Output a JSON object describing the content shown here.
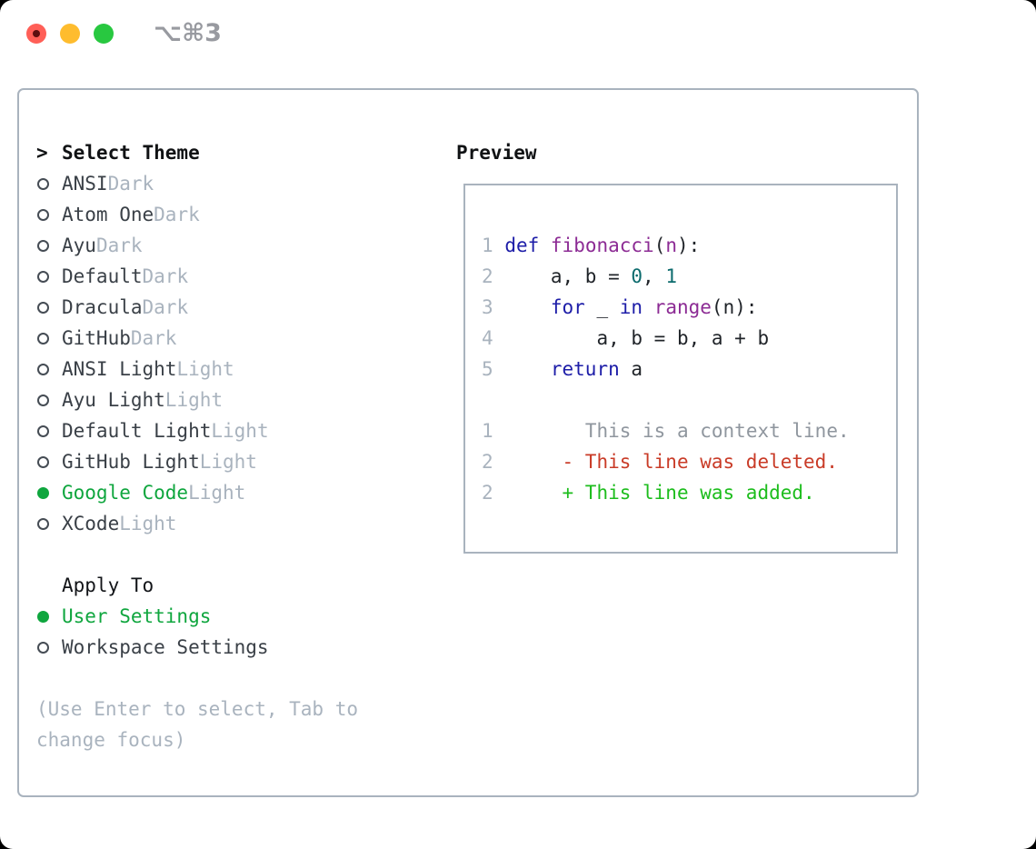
{
  "window": {
    "title": "⌥⌘3",
    "controls": [
      {
        "id": "close",
        "color": "#ff5f57",
        "dot": true
      },
      {
        "id": "minimize",
        "color": "#febc2e",
        "dot": false
      },
      {
        "id": "zoom",
        "color": "#28c840",
        "dot": false
      }
    ]
  },
  "panel": {
    "header_cursor": ">",
    "header_label": "Select Theme",
    "themes": [
      {
        "name": "ANSI",
        "variant": "Dark",
        "selected": false
      },
      {
        "name": "Atom One",
        "variant": "Dark",
        "selected": false
      },
      {
        "name": "Ayu",
        "variant": "Dark",
        "selected": false
      },
      {
        "name": "Default",
        "variant": "Dark",
        "selected": false
      },
      {
        "name": "Dracula",
        "variant": "Dark",
        "selected": false
      },
      {
        "name": "GitHub",
        "variant": "Dark",
        "selected": false
      },
      {
        "name": "ANSI Light",
        "variant": "Light",
        "selected": false
      },
      {
        "name": "Ayu Light",
        "variant": "Light",
        "selected": false
      },
      {
        "name": "Default Light",
        "variant": "Light",
        "selected": false
      },
      {
        "name": "GitHub Light",
        "variant": "Light",
        "selected": false
      },
      {
        "name": "Google Code",
        "variant": "Light",
        "selected": true
      },
      {
        "name": "XCode",
        "variant": "Light",
        "selected": false
      }
    ],
    "apply_label": "Apply To",
    "apply_options": [
      {
        "name": "User Settings",
        "selected": true
      },
      {
        "name": "Workspace Settings",
        "selected": false
      }
    ],
    "help_lines": [
      "(Use Enter to select, Tab to",
      "change focus)"
    ]
  },
  "preview": {
    "title": "Preview",
    "lines": [
      {
        "tokens": [
          [
            "num",
            "1"
          ],
          [
            "pln",
            " "
          ],
          [
            "kwd",
            "def"
          ],
          [
            "pln",
            " "
          ],
          [
            "typ",
            "fibonacci"
          ],
          [
            "pln",
            "("
          ],
          [
            "typ",
            "n"
          ],
          [
            "pln",
            "):"
          ]
        ]
      },
      {
        "tokens": [
          [
            "num",
            "2"
          ],
          [
            "pln",
            "     "
          ],
          [
            "pln",
            "a, b = "
          ],
          [
            "lit",
            "0"
          ],
          [
            "pln",
            ", "
          ],
          [
            "lit",
            "1"
          ]
        ]
      },
      {
        "tokens": [
          [
            "num",
            "3"
          ],
          [
            "pln",
            "     "
          ],
          [
            "kwd",
            "for"
          ],
          [
            "pln",
            " _ "
          ],
          [
            "kwd",
            "in"
          ],
          [
            "pln",
            " "
          ],
          [
            "typ",
            "range"
          ],
          [
            "pln",
            "(n):"
          ]
        ]
      },
      {
        "tokens": [
          [
            "num",
            "4"
          ],
          [
            "pln",
            "         "
          ],
          [
            "pln",
            "a, b = b, a + b"
          ]
        ]
      },
      {
        "tokens": [
          [
            "num",
            "5"
          ],
          [
            "pln",
            "     "
          ],
          [
            "kwd",
            "return"
          ],
          [
            "pln",
            " a"
          ]
        ]
      },
      {
        "tokens": []
      },
      {
        "tokens": [
          [
            "num",
            "1"
          ],
          [
            "pln",
            "        "
          ],
          [
            "ctx",
            "This is a context line."
          ]
        ]
      },
      {
        "tokens": [
          [
            "num",
            "2"
          ],
          [
            "pln",
            "      "
          ],
          [
            "del",
            "- This line was deleted."
          ]
        ]
      },
      {
        "tokens": [
          [
            "num",
            "2"
          ],
          [
            "pln",
            "      "
          ],
          [
            "add",
            "+ This line was added."
          ]
        ]
      }
    ]
  },
  "colors": {
    "accent_green": "#0fa63e",
    "text_dark": "#3a4047",
    "header_black": "#101214",
    "muted_gray": "#a9b3be",
    "frame_gray": "#a9b3be",
    "title_gray": "#989aa0",
    "line_number": "#a9b3be",
    "code_plain": "#1f2328",
    "code_keyword": "#1d1da8",
    "code_type": "#8c2b94",
    "code_literal": "#0c6b6d",
    "diff_context": "#8f969e",
    "diff_deleted": "#c93b27",
    "diff_added": "#1dbd1d",
    "tl_red": "#ff5f57",
    "tl_yellow": "#febc2e",
    "tl_green": "#28c840"
  }
}
